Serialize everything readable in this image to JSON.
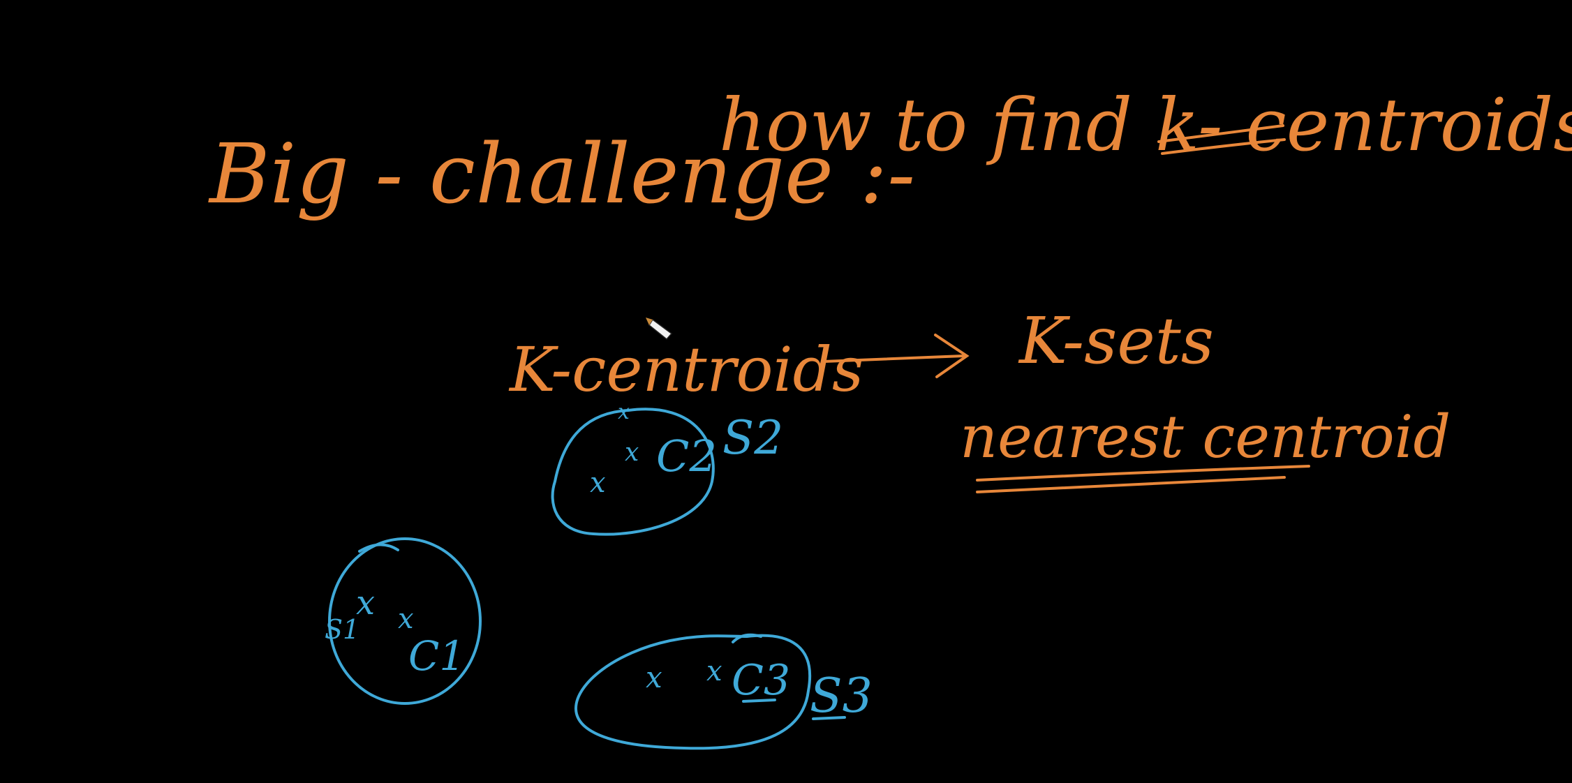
{
  "board": {
    "background": "#000000",
    "ink_colors": {
      "orange": "#e8873a",
      "blue": "#3fa9d8"
    },
    "heading": {
      "big_challenge": "Big - challenge :-",
      "question": "how to find k- centroids"
    },
    "mapping": {
      "source": "K-centroids",
      "target": "K-sets",
      "rule": "nearest centroid"
    },
    "clusters": [
      {
        "set_label": "S1",
        "centroid_label": "C1"
      },
      {
        "set_label": "S2",
        "centroid_label": "C2"
      },
      {
        "set_label": "S3",
        "centroid_label": "C3"
      }
    ],
    "point_marker": "x",
    "cursor": "pen-cursor-icon"
  }
}
